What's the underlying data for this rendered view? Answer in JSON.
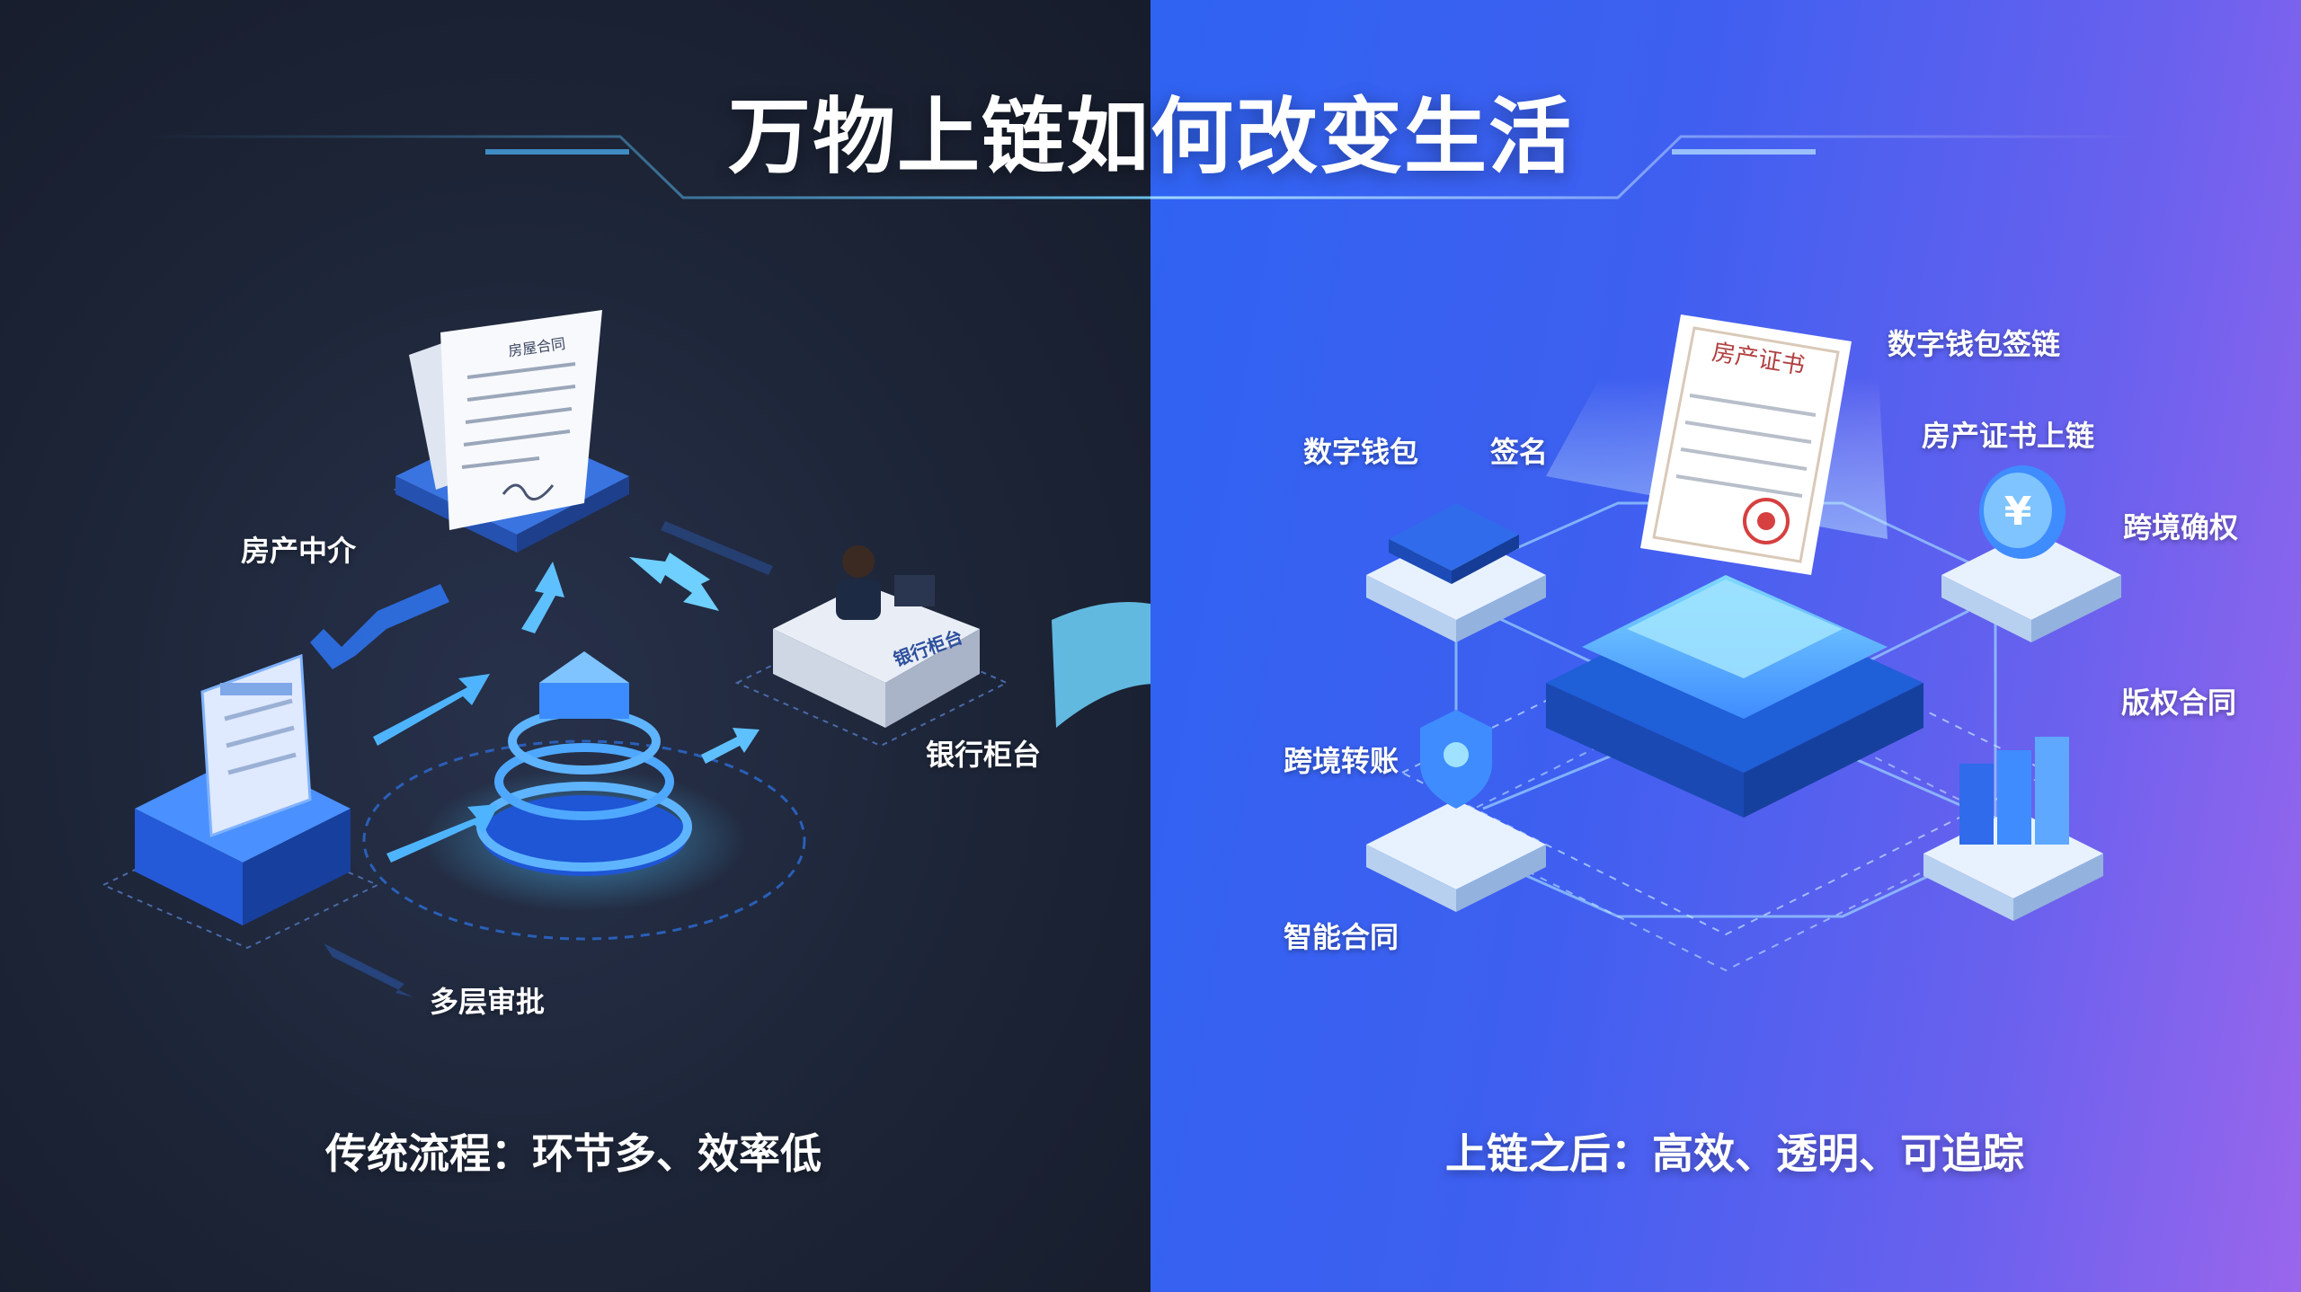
{
  "title": "万物上链如何改变生活",
  "left": {
    "labels": {
      "agency": "房产中介",
      "bank_counter": "银行柜台",
      "approval": "多层审批"
    },
    "document_heading": "房屋合同",
    "counter_sign": "银行柜台",
    "caption": "传统流程：环节多、效率低"
  },
  "right": {
    "labels": {
      "wallet": "数字钱包",
      "sign": "签名",
      "wallet_sign": "数字钱包签链",
      "cert_chain": "房产证书上链",
      "cross_confirm": "跨境确权",
      "copyright": "版权合同",
      "cross_transfer": "跨境转账",
      "smart_contract": "智能合同"
    },
    "certificate_heading": "房产证书",
    "caption": "上链之后：高效、透明、可追踪"
  },
  "colors": {
    "left_bg": "#1c2436",
    "right_bg_start": "#2f63f2",
    "right_bg_end": "#9a66ec",
    "accent_cyan": "#4fc3ff",
    "accent_blue": "#2f7bff"
  }
}
